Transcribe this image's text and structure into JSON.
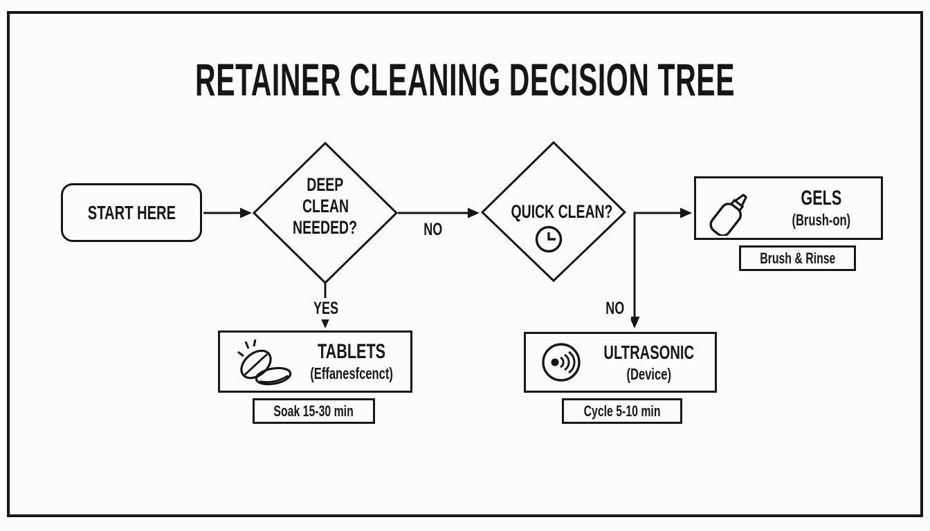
{
  "title": "RETAINER CLEANING DECISION TREE",
  "colors": {
    "ink": "#161616",
    "paper": "#fcfcfa"
  },
  "flow": {
    "start": {
      "label": "START HERE"
    },
    "deep_clean": {
      "line1": "DEEP",
      "line2": "CLEAN",
      "line3": "NEEDED?"
    },
    "quick_clean": {
      "label": "QUICK CLEAN?",
      "icon": "clock-icon"
    },
    "gels": {
      "title": "GELS",
      "subtitle": "(Brush-on)",
      "icon": "gel-bottle-icon",
      "note": "Brush & Rinse"
    },
    "tablets": {
      "title": "TABLETS",
      "subtitle": "(Effanesfcenct)",
      "icon": "effervescent-tablets-icon",
      "note": "Soak 15-30 min"
    },
    "ultrasonic": {
      "title": "ULTRASONIC",
      "subtitle": "(Device)",
      "icon": "ultrasonic-device-icon",
      "note": "Cycle 5-10 min"
    },
    "labels": {
      "deep_no": "NO",
      "deep_yes": "YES",
      "quick_no": "NO"
    }
  }
}
